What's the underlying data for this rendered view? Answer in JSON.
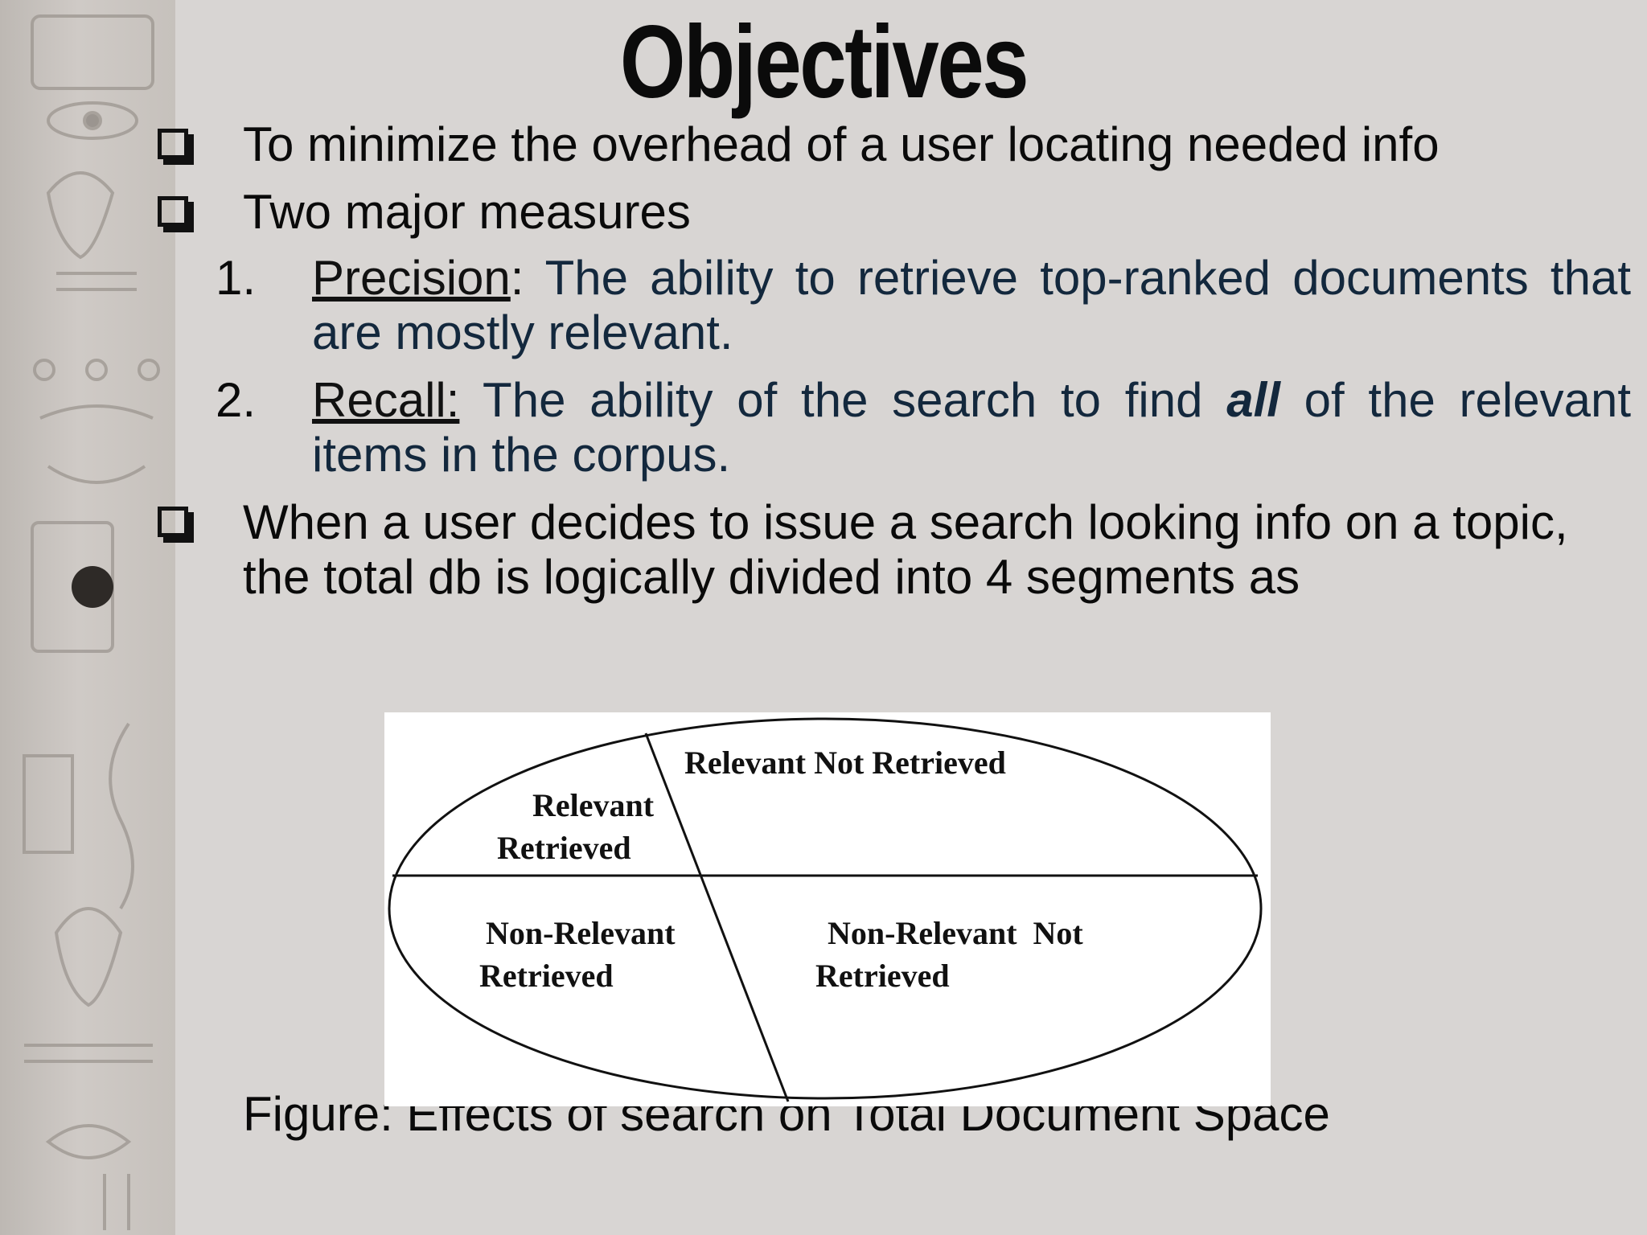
{
  "slide": {
    "title": "Objectives",
    "bullets": [
      {
        "text": "To minimize the overhead of a user locating needed info"
      },
      {
        "text": "Two major measures"
      },
      {
        "text": "When a user decides to issue a search looking info on a topic,",
        "text_line2": "the total db is logically divided into 4 segments as"
      }
    ],
    "measures": [
      {
        "number": "1.",
        "term": "Precision",
        "colon": ":",
        "definition": "The ability to retrieve top-ranked documents that are mostly relevant."
      },
      {
        "number": "2.",
        "term": "Recall:",
        "definition_before": "The ability of the search to find ",
        "definition_emphasis": "all",
        "definition_after": " of the relevant items in the corpus."
      }
    ],
    "figure": {
      "caption": "Figure: Effects of search on Total Document Space",
      "labels": {
        "relevant_retrieved_1": "Relevant",
        "relevant_retrieved_2": "Retrieved",
        "relevant_not_retrieved": "Relevant Not Retrieved",
        "nonrelevant_retrieved_1": "Non-Relevant",
        "nonrelevant_retrieved_2": "Retrieved",
        "nonrelevant_not_retrieved_1": "Non-Relevant  Not",
        "nonrelevant_not_retrieved_2": "Retrieved"
      }
    }
  },
  "colors": {
    "background": "#d8d5d3",
    "definition_text": "#13283d"
  }
}
